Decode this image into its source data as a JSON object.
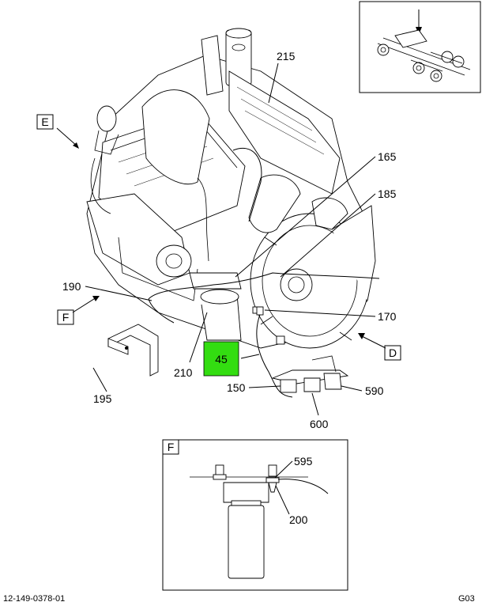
{
  "callouts": {
    "c215": "215",
    "c165": "165",
    "c185": "185",
    "c190": "190",
    "c170": "170",
    "c45": "45",
    "c210": "210",
    "c150": "150",
    "c590": "590",
    "c195": "195",
    "c600": "600",
    "c595": "595",
    "c200": "200"
  },
  "view_markers": {
    "e": "E",
    "f": "F",
    "d": "D",
    "detail_f": "F"
  },
  "footer": {
    "drawing_number": "12-149-0378-01",
    "sheet": "G03"
  },
  "colors": {
    "highlight": "#33dd11",
    "line": "#000000"
  }
}
